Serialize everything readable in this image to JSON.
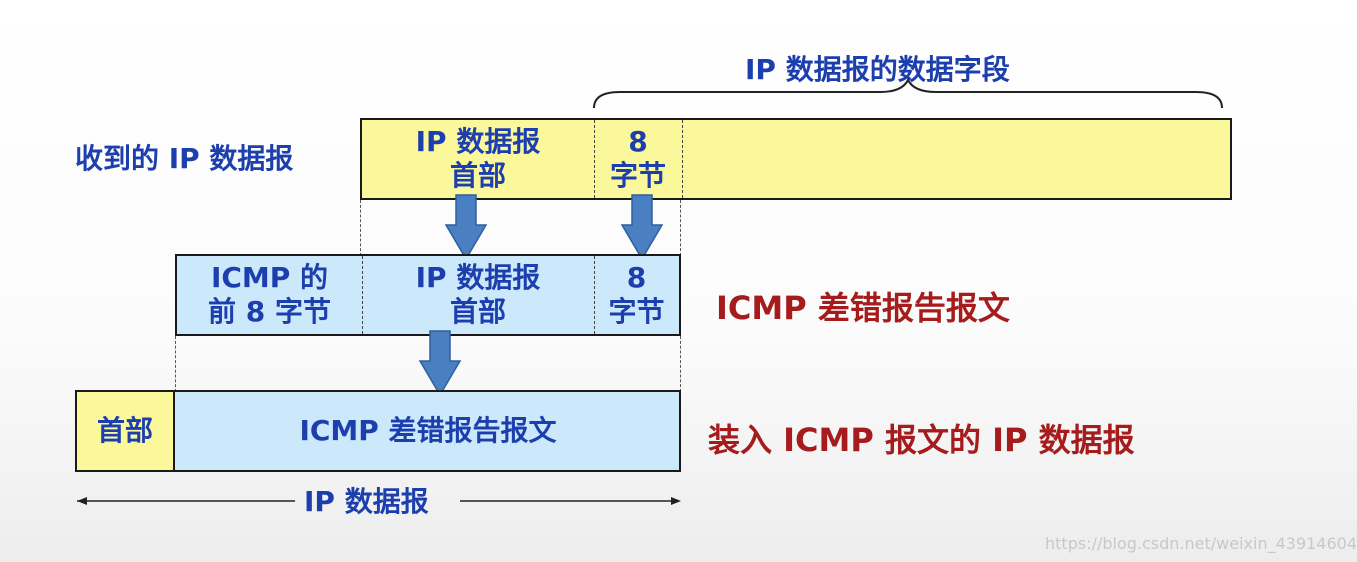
{
  "top_brace_label": "IP 数据报的数据字段",
  "row1": {
    "side_label": "收到的 IP 数据报",
    "header_cell": "IP 数据报\n首部",
    "bytes_cell": "8\n字节",
    "data_cell": ""
  },
  "row2": {
    "icmp_first_cell": "ICMP 的\n前 8 字节",
    "header_cell": "IP 数据报\n首部",
    "bytes_cell": "8\n字节",
    "side_label": "ICMP 差错报告报文"
  },
  "row3": {
    "header_cell": "首部",
    "icmp_cell": "ICMP 差错报告报文",
    "side_label": "装入 ICMP 报文的 IP 数据报"
  },
  "bottom_span_label": "IP 数据报",
  "watermark": "https://blog.csdn.net/weixin_43914604",
  "colors": {
    "yellow": "#fbf89c",
    "light_blue": "#cce8fb",
    "arrow_blue": "#4a7fc1",
    "text_blue": "#1d3fae",
    "text_red": "#a61b1b"
  }
}
